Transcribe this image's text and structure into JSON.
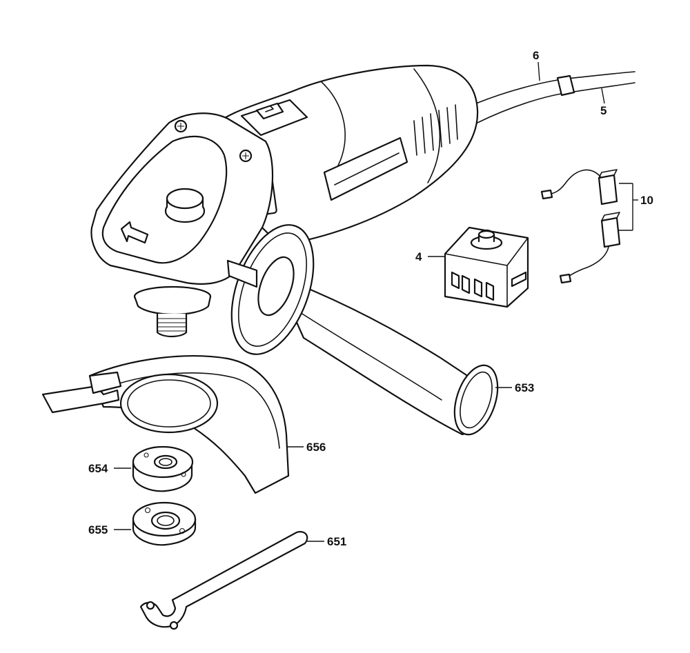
{
  "callouts": {
    "p6": "6",
    "p5": "5",
    "p10": "10",
    "p4": "4",
    "p653": "653",
    "p656": "656",
    "p654": "654",
    "p655": "655",
    "p651": "651"
  },
  "colors": {
    "line": "#111111",
    "background": "#ffffff"
  }
}
